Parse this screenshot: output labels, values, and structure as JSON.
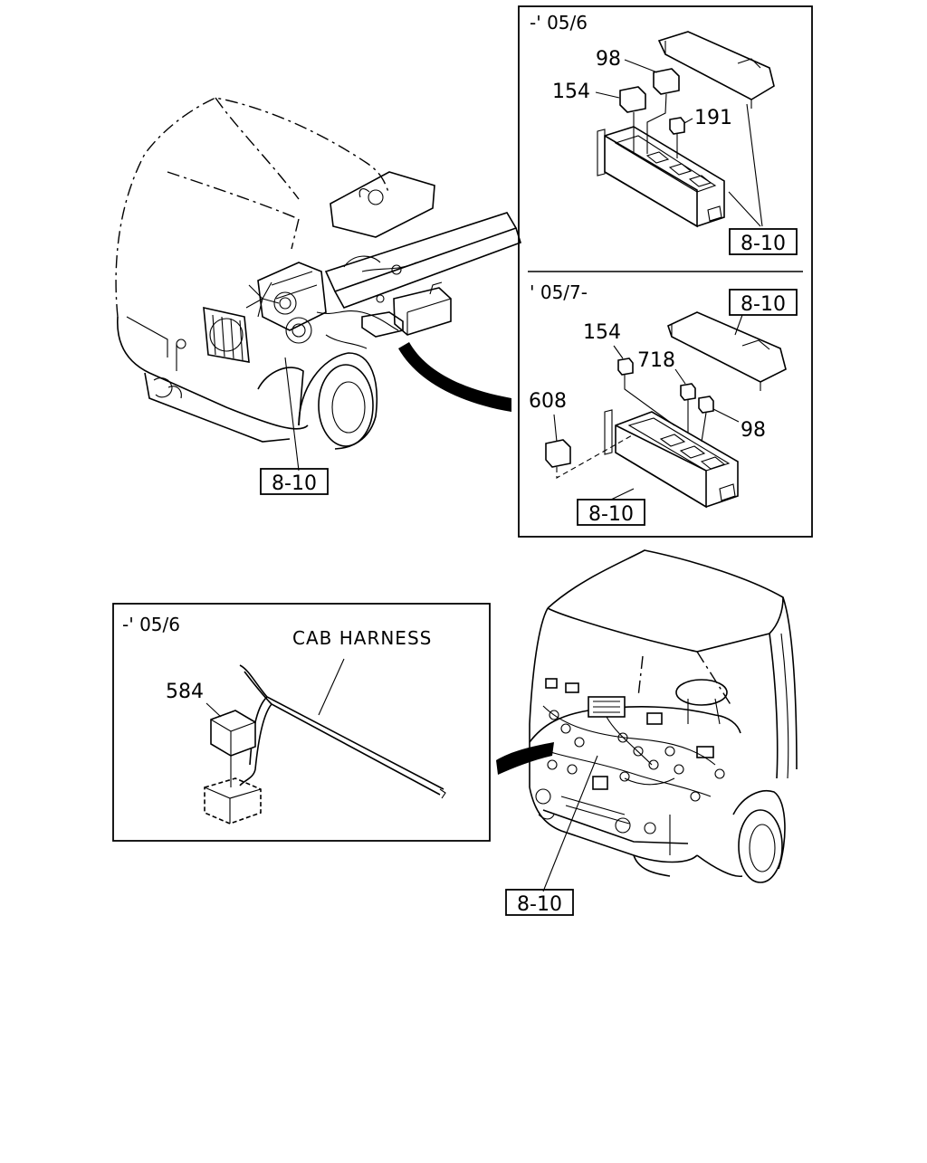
{
  "panels": {
    "fuse_box_early": {
      "period": "-' 05/6",
      "ref_parts": [
        "98",
        "154",
        "191"
      ],
      "ref_page": "8-10"
    },
    "fuse_box_late": {
      "period": "' 05/7-",
      "ref_parts": [
        "154",
        "718",
        "608",
        "98"
      ],
      "ref_top": "8-10",
      "ref_bottom": "8-10"
    },
    "cab_harness": {
      "period": "-' 05/6",
      "title": "CAB HARNESS",
      "part": "584"
    }
  },
  "engine_view": {
    "ref_page": "8-10"
  },
  "cab_view": {
    "ref_page": "8-10"
  },
  "colors": {
    "line": "#000000",
    "background": "#ffffff"
  },
  "icons": [
    "relay-icon",
    "fuse-box-icon",
    "truck-chassis-icon",
    "truck-cab-icon",
    "arrow-icon"
  ]
}
